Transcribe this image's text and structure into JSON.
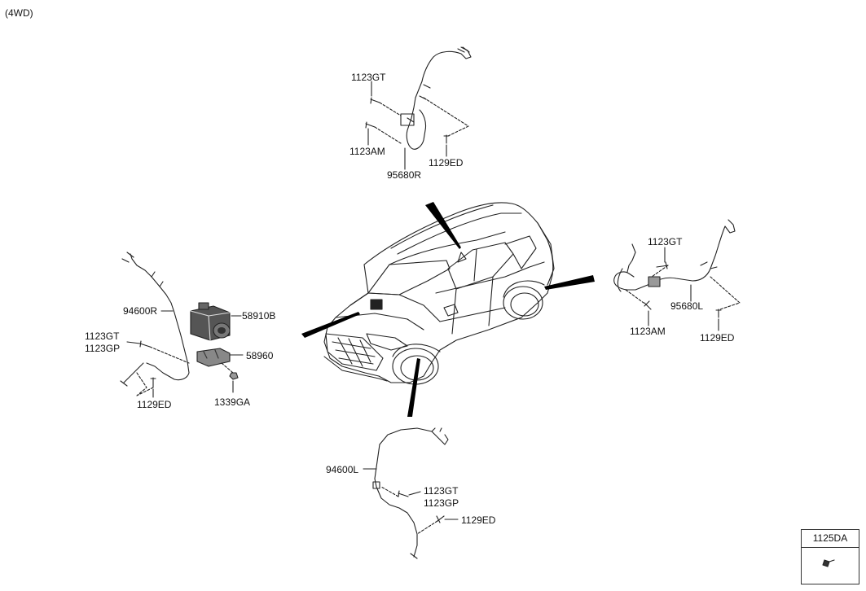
{
  "header": {
    "variant": "(4WD)"
  },
  "parts": {
    "rear_right": {
      "bolt_top": "1123GT",
      "bolt_mid": "1123AM",
      "bolt_right": "1129ED",
      "harness": "95680R"
    },
    "front_left": {
      "harness": "94600R",
      "bolt": "1123GT",
      "bolt_alt": "1123GP",
      "bolt_lower": "1129ED"
    },
    "abs_unit": {
      "modulator": "58910B",
      "bracket": "58960",
      "nut": "1339GA"
    },
    "rear_left": {
      "bolt_top": "1123GT",
      "harness": "95680L",
      "bolt_mid": "1123AM",
      "bolt_right": "1129ED"
    },
    "front_right": {
      "harness": "94600L",
      "bolt": "1123GT",
      "bolt_alt": "1123GP",
      "bolt_lower": "1129ED"
    }
  },
  "legend_box": {
    "code": "1125DA"
  }
}
